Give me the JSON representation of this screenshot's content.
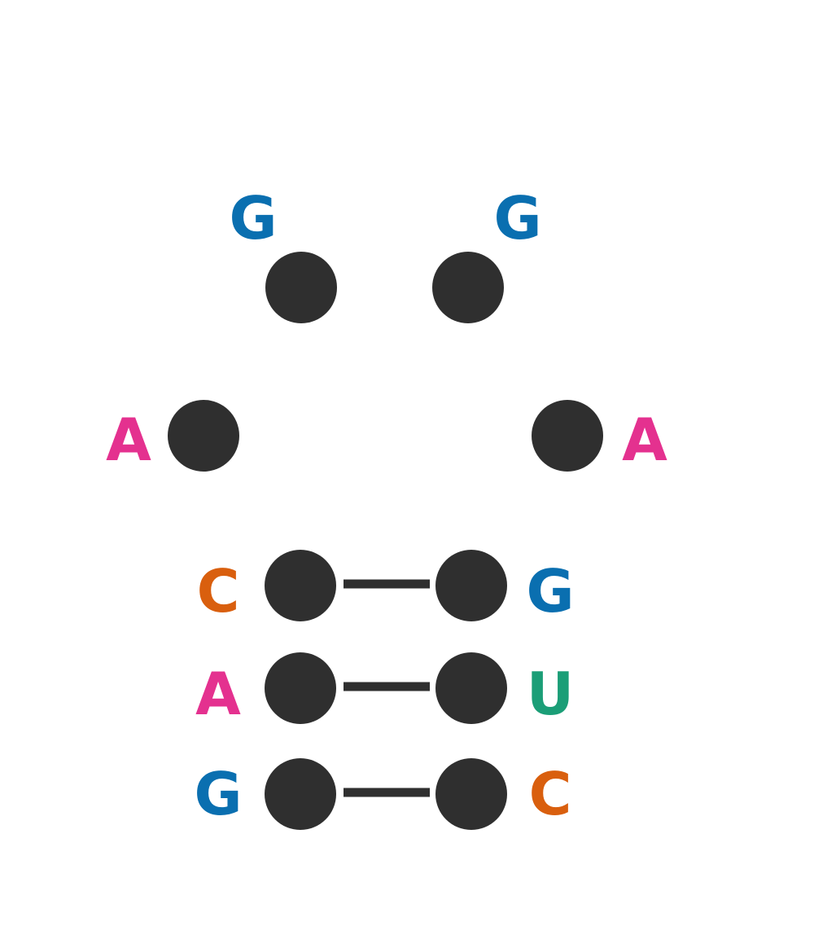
{
  "colors": {
    "node": "#2f2f2f",
    "bond": "#2f2f2f",
    "A": "#e4318f",
    "C": "#d95f0e",
    "G": "#0a6fb0",
    "U": "#1b9e77"
  },
  "nucleotides": [
    "G",
    "A",
    "C",
    "A",
    "G",
    "G",
    "A",
    "G",
    "U",
    "C"
  ],
  "base_pairs": [
    [
      0,
      9
    ],
    [
      1,
      8
    ],
    [
      2,
      7
    ]
  ]
}
